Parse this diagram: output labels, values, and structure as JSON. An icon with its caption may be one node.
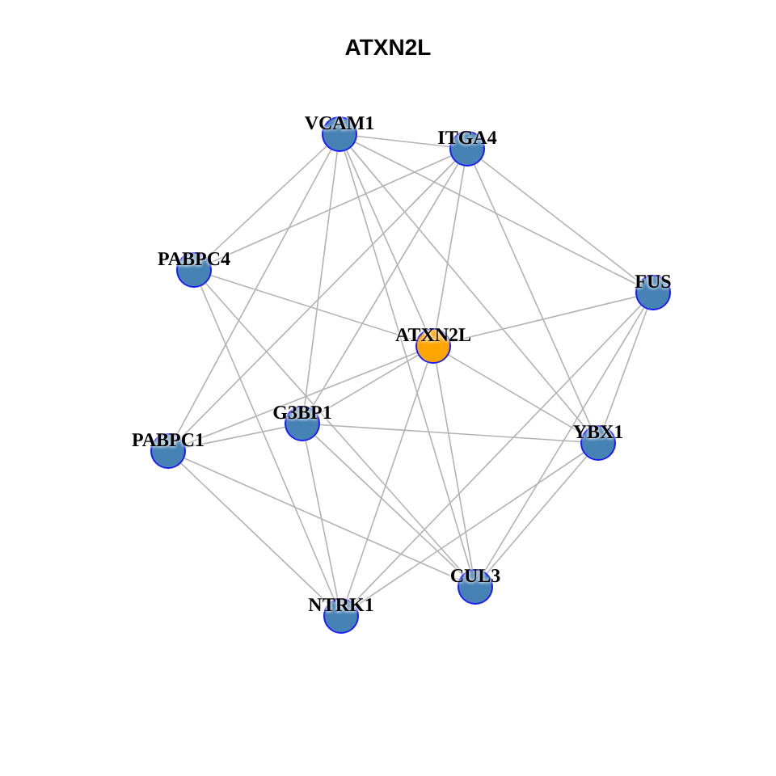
{
  "diagram": {
    "title": "ATXN2L",
    "nodes": [
      {
        "text": [
          "VCAM1"
        ]
      },
      {
        "text": [
          "ITGA4"
        ]
      },
      {
        "text": [
          "PABPC4"
        ]
      },
      {
        "text": [
          "FUS"
        ]
      },
      {
        "text": [
          "ATXN2L"
        ]
      },
      {
        "text": [
          "G3BP1"
        ]
      },
      {
        "text": [
          "YBX1"
        ]
      },
      {
        "text": [
          "PABPC1"
        ]
      },
      {
        "text": [
          "CUL3"
        ]
      },
      {
        "text": [
          "NTRK1"
        ]
      }
    ],
    "edges": [
      {
        "from": 0,
        "to": 1,
        "arrow": "none"
      },
      {
        "from": 0,
        "to": 2,
        "arrow": "none"
      },
      {
        "from": 0,
        "to": 7,
        "arrow": "none"
      },
      {
        "from": 0,
        "to": 5,
        "arrow": "none"
      },
      {
        "from": 0,
        "to": 4,
        "arrow": "none"
      },
      {
        "from": 0,
        "to": 8,
        "arrow": "none"
      },
      {
        "from": 0,
        "to": 6,
        "arrow": "none"
      },
      {
        "from": 0,
        "to": 3,
        "arrow": "none"
      },
      {
        "from": 1,
        "to": 2,
        "arrow": "none"
      },
      {
        "from": 1,
        "to": 7,
        "arrow": "none"
      },
      {
        "from": 1,
        "to": 5,
        "arrow": "none"
      },
      {
        "from": 1,
        "to": 4,
        "arrow": "none"
      },
      {
        "from": 1,
        "to": 6,
        "arrow": "none"
      },
      {
        "from": 1,
        "to": 3,
        "arrow": "none"
      },
      {
        "from": 2,
        "to": 4,
        "arrow": "none"
      },
      {
        "from": 2,
        "to": 9,
        "arrow": "none"
      },
      {
        "from": 2,
        "to": 8,
        "arrow": "none"
      },
      {
        "from": 4,
        "to": 3,
        "arrow": "none"
      },
      {
        "from": 4,
        "to": 5,
        "arrow": "none"
      },
      {
        "from": 4,
        "to": 7,
        "arrow": "none"
      },
      {
        "from": 4,
        "to": 6,
        "arrow": "none"
      },
      {
        "from": 4,
        "to": 8,
        "arrow": "none"
      },
      {
        "from": 4,
        "to": 9,
        "arrow": "none"
      },
      {
        "from": 5,
        "to": 7,
        "arrow": "none"
      },
      {
        "from": 5,
        "to": 6,
        "arrow": "none"
      },
      {
        "from": 5,
        "to": 9,
        "arrow": "none"
      },
      {
        "from": 5,
        "to": 8,
        "arrow": "none"
      },
      {
        "from": 7,
        "to": 9,
        "arrow": "none"
      },
      {
        "from": 7,
        "to": 8,
        "arrow": "none"
      },
      {
        "from": 3,
        "to": 9,
        "arrow": "none"
      },
      {
        "from": 3,
        "to": 8,
        "arrow": "none"
      },
      {
        "from": 3,
        "to": 6,
        "arrow": "none"
      },
      {
        "from": 6,
        "to": 9,
        "arrow": "none"
      },
      {
        "from": 6,
        "to": 8,
        "arrow": "none"
      }
    ]
  }
}
